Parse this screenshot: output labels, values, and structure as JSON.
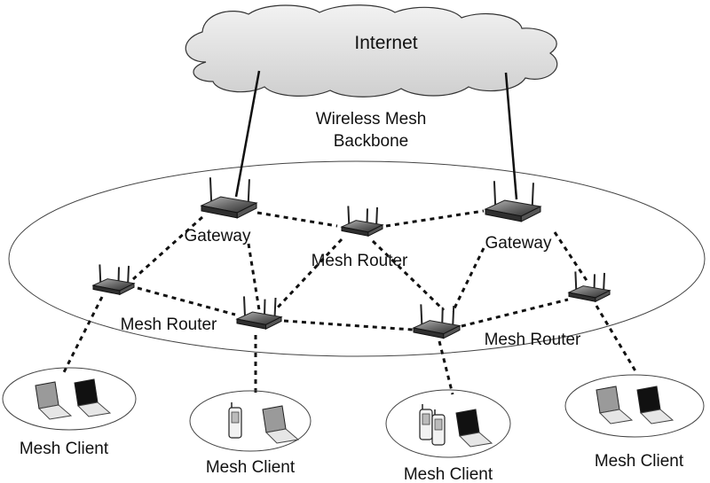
{
  "cloud": {
    "label": "Internet"
  },
  "backbone": {
    "line1": "Wireless Mesh",
    "line2": "Backbone"
  },
  "gateways": [
    {
      "label": "Gateway",
      "icon": "gateway-router-icon"
    },
    {
      "label": "Gateway",
      "icon": "gateway-router-icon"
    }
  ],
  "routers": [
    {
      "label": "Mesh Router",
      "icon": "wireless-router-icon"
    },
    {
      "label": "Mesh Router",
      "icon": "wireless-router-icon"
    },
    {
      "label": "Mesh Router",
      "icon": "wireless-router-icon"
    },
    {
      "label": "",
      "icon": "wireless-router-icon"
    },
    {
      "label": "",
      "icon": "wireless-router-icon"
    }
  ],
  "clients": [
    {
      "label": "Mesh Client",
      "devices": [
        "laptop-icon",
        "laptop-icon"
      ]
    },
    {
      "label": "Mesh Client",
      "devices": [
        "pda-icon",
        "laptop-icon"
      ]
    },
    {
      "label": "Mesh Client",
      "devices": [
        "pda-icon",
        "laptop-icon"
      ]
    },
    {
      "label": "Mesh Client",
      "devices": [
        "laptop-icon",
        "laptop-icon"
      ]
    }
  ]
}
